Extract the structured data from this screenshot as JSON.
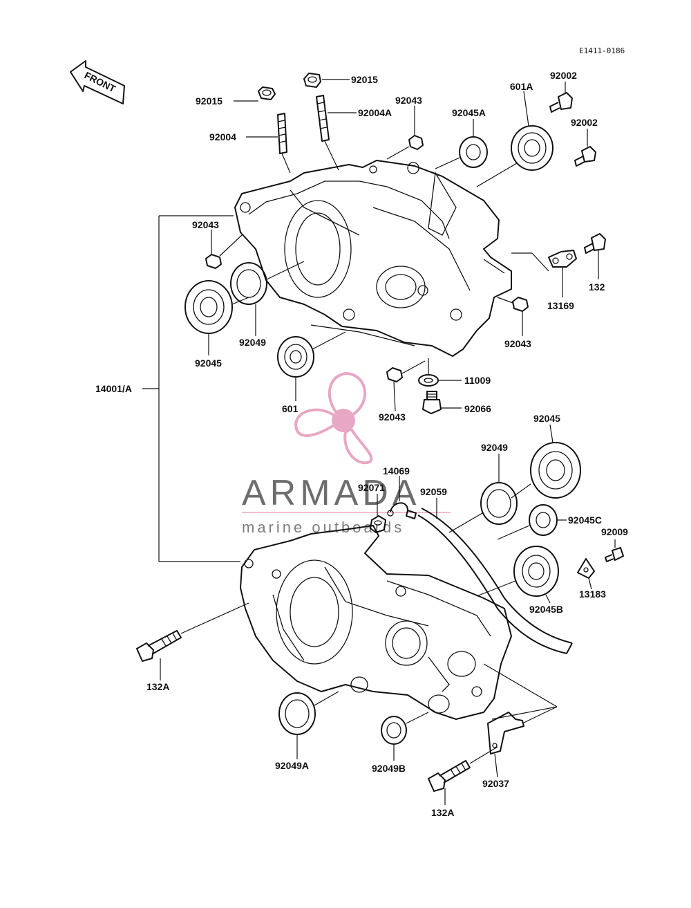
{
  "diagram_code": "E1411-0186",
  "front_arrow": "FRONT",
  "watermark": {
    "brand": "ARMADA",
    "tagline": "marine outboards",
    "accent_color": "#e7a3c1",
    "rule_color": "#f2b8cf"
  },
  "labels": {
    "l92015a": "92015",
    "l92015b": "92015",
    "l92004": "92004",
    "l92004A": "92004A",
    "l92043a": "92043",
    "l92045A": "92045A",
    "l601A": "601A",
    "l92002a": "92002",
    "l92002b": "92002",
    "l92043b": "92043",
    "l132": "132",
    "l13169": "13169",
    "l92049a": "92049",
    "l92045a": "92045",
    "l92043c": "92043",
    "l601": "601",
    "l14001": "14001/A",
    "l11009": "11009",
    "l92043d": "92043",
    "l92066": "92066",
    "l92045b": "92045",
    "l92049b": "92049",
    "l14069": "14069",
    "l92071": "92071",
    "l92059": "92059",
    "l92045C": "92045C",
    "l92009": "92009",
    "l13183": "13183",
    "l92045B": "92045B",
    "l132Aa": "132A",
    "l92049A": "92049A",
    "l92049B": "92049B",
    "l92037": "92037",
    "l132Ab": "132A"
  }
}
